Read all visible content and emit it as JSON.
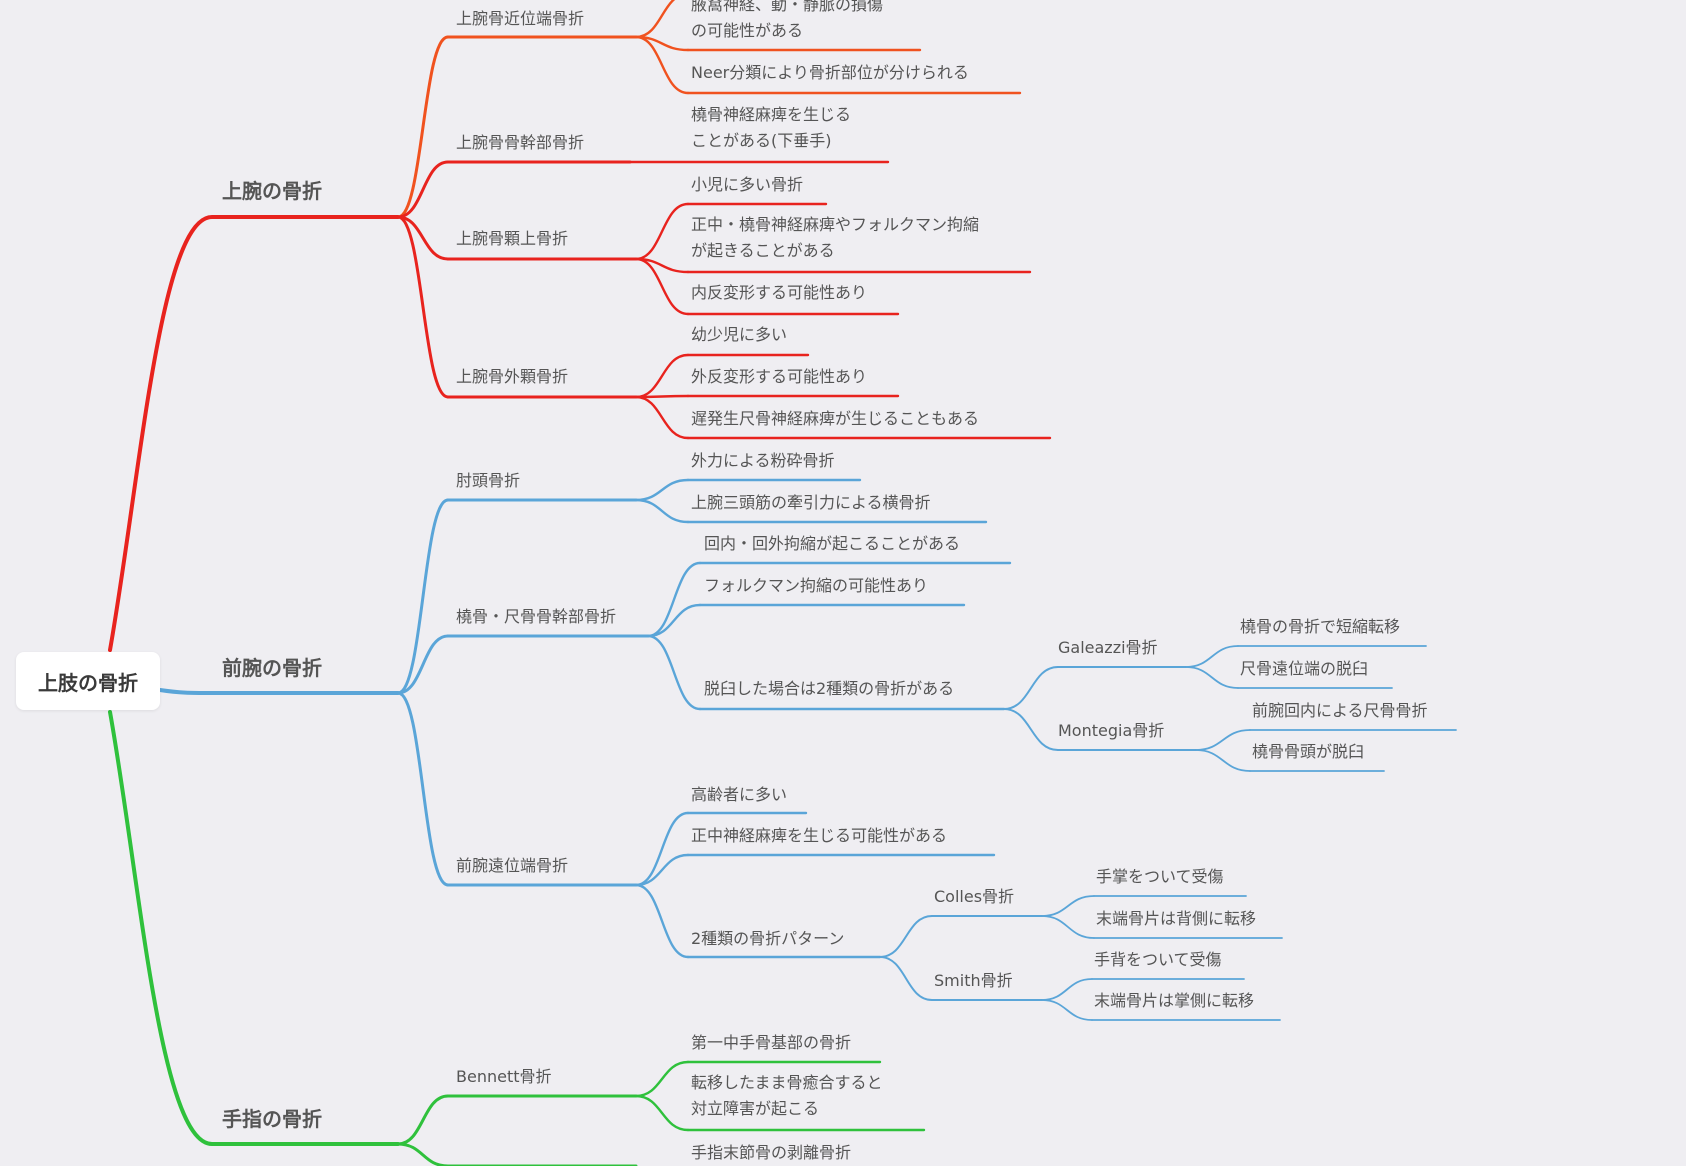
{
  "root": "上肢の骨折",
  "colors": {
    "upper_arm": "#e8231e",
    "proximal": "#f0521f",
    "forearm": "#5aa5d8",
    "finger": "#2fc13c",
    "text": "#555555",
    "background": "#efeef2"
  },
  "branches": {
    "upper_arm": {
      "label": "上腕の骨折",
      "proximal": {
        "label": "上腕骨近位端骨折",
        "items": [
          [
            "腋窩神経、動・静脈の損傷",
            "の可能性がある"
          ],
          [
            "Neer分類により骨折部位が分けられる"
          ]
        ]
      },
      "shaft": {
        "label": "上腕骨骨幹部骨折",
        "items": [
          [
            "橈骨神経麻痺を生じる",
            "ことがある(下垂手)"
          ]
        ]
      },
      "supracondylar": {
        "label": "上腕骨顆上骨折",
        "items": [
          [
            "小児に多い骨折"
          ],
          [
            "正中・橈骨神経麻痺やフォルクマン拘縮",
            "が起きることがある"
          ],
          [
            "内反変形する可能性あり"
          ]
        ]
      },
      "lateral_condyle": {
        "label": "上腕骨外顆骨折",
        "items": [
          [
            "幼少児に多い"
          ],
          [
            "外反変形する可能性あり"
          ],
          [
            "遅発生尺骨神経麻痺が生じることもある"
          ]
        ]
      }
    },
    "forearm": {
      "label": "前腕の骨折",
      "olecranon": {
        "label": "肘頭骨折",
        "items": [
          [
            "外力による粉砕骨折"
          ],
          [
            "上腕三頭筋の牽引力による横骨折"
          ]
        ]
      },
      "shaft": {
        "label": "橈骨・尺骨骨幹部骨折",
        "items": [
          [
            "回内・回外拘縮が起こることがある"
          ],
          [
            "フォルクマン拘縮の可能性あり"
          ],
          [
            "脱臼した場合は2種類の骨折がある"
          ]
        ],
        "galeazzi": {
          "label": "Galeazzi骨折",
          "items": [
            "橈骨の骨折で短縮転移",
            "尺骨遠位端の脱臼"
          ]
        },
        "montegia": {
          "label": "Montegia骨折",
          "items": [
            "前腕回内による尺骨骨折",
            "橈骨骨頭が脱臼"
          ]
        }
      },
      "distal": {
        "label": "前腕遠位端骨折",
        "items": [
          [
            "高齢者に多い"
          ],
          [
            "正中神経麻痺を生じる可能性がある"
          ],
          [
            "2種類の骨折パターン"
          ]
        ],
        "colles": {
          "label": "Colles骨折",
          "items": [
            "手掌をついて受傷",
            "末端骨片は背側に転移"
          ]
        },
        "smith": {
          "label": "Smith骨折",
          "items": [
            "手背をついて受傷",
            "末端骨片は掌側に転移"
          ]
        }
      }
    },
    "finger": {
      "label": "手指の骨折",
      "bennett": {
        "label": "Bennett骨折",
        "items": [
          [
            "第一中手骨基部の骨折"
          ],
          [
            "転移したまま骨癒合すると",
            "対立障害が起こる"
          ],
          [
            "手指末節骨の剥離骨折"
          ]
        ]
      }
    }
  }
}
